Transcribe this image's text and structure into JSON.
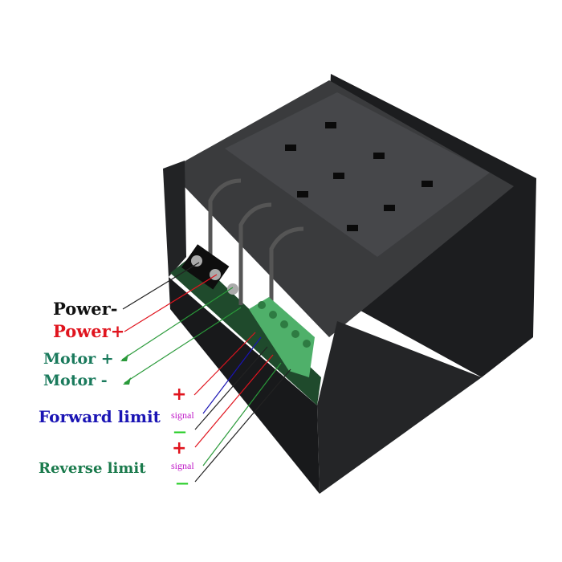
{
  "labels": {
    "power_minus": "Power-",
    "power_plus": "Power+",
    "motor_plus": "Motor +",
    "motor_minus": "Motor -",
    "forward_limit": "Forward limit",
    "reverse_limit": "Reverse limit",
    "signal": "signal",
    "plus": "+",
    "minus": "—"
  },
  "colors": {
    "power_minus": "#111111",
    "power_plus": "#e0141e",
    "motor": "#1a7a5c",
    "forward_limit": "#1a14b4",
    "reverse_limit": "#1a7a4c",
    "signal": "#c018c8",
    "plus": "#e0141e",
    "minus": "#22cc22",
    "terminal": "#4fb06a"
  }
}
